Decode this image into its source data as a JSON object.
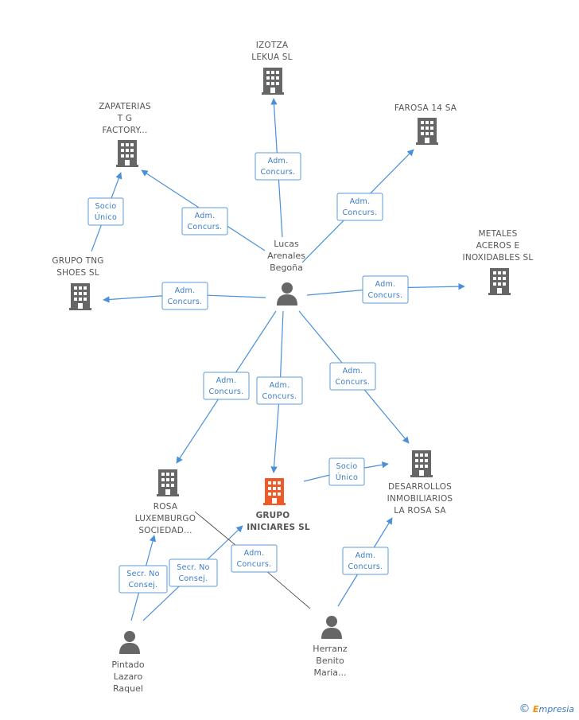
{
  "nodes": {
    "izotza": {
      "lines": [
        "IZOTZA",
        "LEKUA SL"
      ],
      "kind": "company"
    },
    "zapaterias": {
      "lines": [
        "ZAPATERIAS",
        "T G",
        "FACTORY..."
      ],
      "kind": "company"
    },
    "farosa": {
      "lines": [
        "FAROSA 14 SA"
      ],
      "kind": "company"
    },
    "grupo_tng": {
      "lines": [
        "GRUPO TNG",
        "SHOES SL"
      ],
      "kind": "company"
    },
    "metales": {
      "lines": [
        "METALES",
        "ACEROS E",
        "INOXIDABLES SL"
      ],
      "kind": "company"
    },
    "lucas": {
      "lines": [
        "Lucas",
        "Arenales",
        "Begoña"
      ],
      "kind": "person"
    },
    "rosa": {
      "lines": [
        "ROSA",
        "LUXEMBURGO",
        "SOCIEDAD..."
      ],
      "kind": "company"
    },
    "grupo_iniciares": {
      "lines": [
        "GRUPO",
        "INICIARES SL"
      ],
      "kind": "company-main"
    },
    "desarrollos": {
      "lines": [
        "DESARROLLOS",
        "INMOBILIARIOS",
        "LA ROSA SA"
      ],
      "kind": "company"
    },
    "pintado": {
      "lines": [
        "Pintado",
        "Lazaro",
        "Raquel"
      ],
      "kind": "person"
    },
    "herranz": {
      "lines": [
        "Herranz",
        "Benito",
        "Maria..."
      ],
      "kind": "person"
    }
  },
  "edges": [
    {
      "id": "lucas-izotza",
      "label": [
        "Adm.",
        "Concurs."
      ]
    },
    {
      "id": "lucas-zapaterias",
      "label": [
        "Adm.",
        "Concurs."
      ]
    },
    {
      "id": "lucas-farosa",
      "label": [
        "Adm.",
        "Concurs."
      ]
    },
    {
      "id": "grupotng-zapaterias",
      "label": [
        "Socio",
        "Único"
      ]
    },
    {
      "id": "lucas-grupotng",
      "label": [
        "Adm.",
        "Concurs."
      ]
    },
    {
      "id": "lucas-metales",
      "label": [
        "Adm.",
        "Concurs."
      ]
    },
    {
      "id": "lucas-rosa",
      "label": [
        "Adm.",
        "Concurs."
      ]
    },
    {
      "id": "lucas-iniciares",
      "label": [
        "Adm.",
        "Concurs."
      ]
    },
    {
      "id": "lucas-desarrollos",
      "label": [
        "Adm.",
        "Concurs."
      ]
    },
    {
      "id": "iniciares-desarrollos",
      "label": [
        "Socio",
        "Único"
      ]
    },
    {
      "id": "pintado-rosa",
      "label": [
        "Secr.  No",
        "Consej."
      ]
    },
    {
      "id": "pintado-iniciares",
      "label": [
        "Secr.  No",
        "Consej."
      ]
    },
    {
      "id": "herranz-rosa",
      "label": [
        "Adm.",
        "Concurs."
      ]
    },
    {
      "id": "herranz-desarrollos",
      "label": [
        "Adm.",
        "Concurs."
      ]
    }
  ],
  "colors": {
    "edge": "#4a90d9",
    "company_icon": "#666666",
    "main_company_icon": "#f05a28",
    "person_icon": "#666666"
  },
  "brand": {
    "copyright": "©",
    "initial": "E",
    "rest": "mpresia"
  }
}
